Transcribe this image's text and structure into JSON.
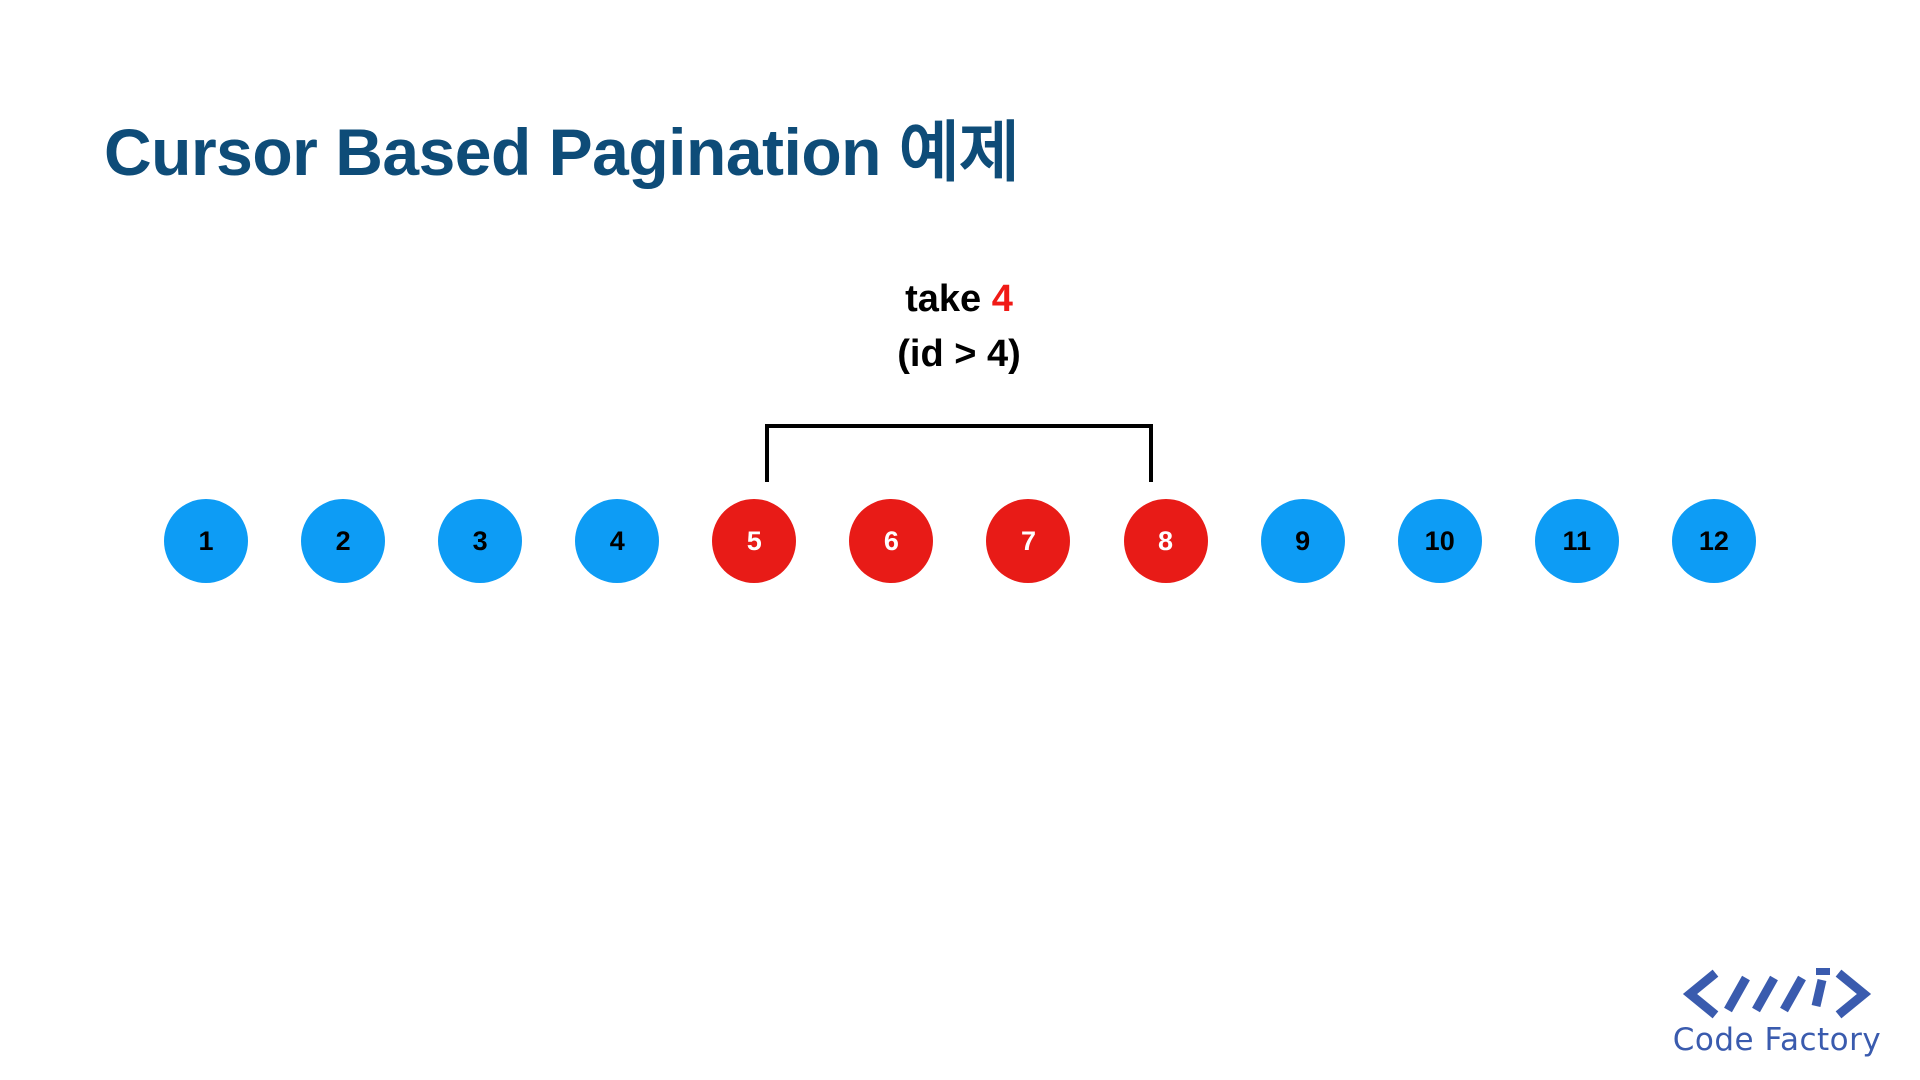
{
  "slide": {
    "title": "Cursor Based Pagination 예제",
    "title_color": "#0E4C78",
    "background": "#ffffff"
  },
  "annotation": {
    "take_label": "take",
    "take_count": "4",
    "take_count_color": "#F01A16",
    "condition": "(id > 4)",
    "text_color": "#000000",
    "bracket_color": "#000000",
    "spans_items": [
      "5",
      "6",
      "7",
      "8"
    ]
  },
  "sequence": {
    "colors": {
      "default": "#0D9CF5",
      "default_text": "#000000",
      "selected": "#E81B17",
      "selected_text": "#ffffff"
    },
    "items": [
      {
        "label": "1",
        "state": "default"
      },
      {
        "label": "2",
        "state": "default"
      },
      {
        "label": "3",
        "state": "default"
      },
      {
        "label": "4",
        "state": "default"
      },
      {
        "label": "5",
        "state": "selected"
      },
      {
        "label": "6",
        "state": "selected"
      },
      {
        "label": "7",
        "state": "selected"
      },
      {
        "label": "8",
        "state": "selected"
      },
      {
        "label": "9",
        "state": "default"
      },
      {
        "label": "10",
        "state": "default"
      },
      {
        "label": "11",
        "state": "default"
      },
      {
        "label": "12",
        "state": "default"
      }
    ]
  },
  "logo": {
    "mark_icon": "code-brackets-slashes-icon",
    "text": "Code Factory",
    "color": "#3A5BAE"
  }
}
